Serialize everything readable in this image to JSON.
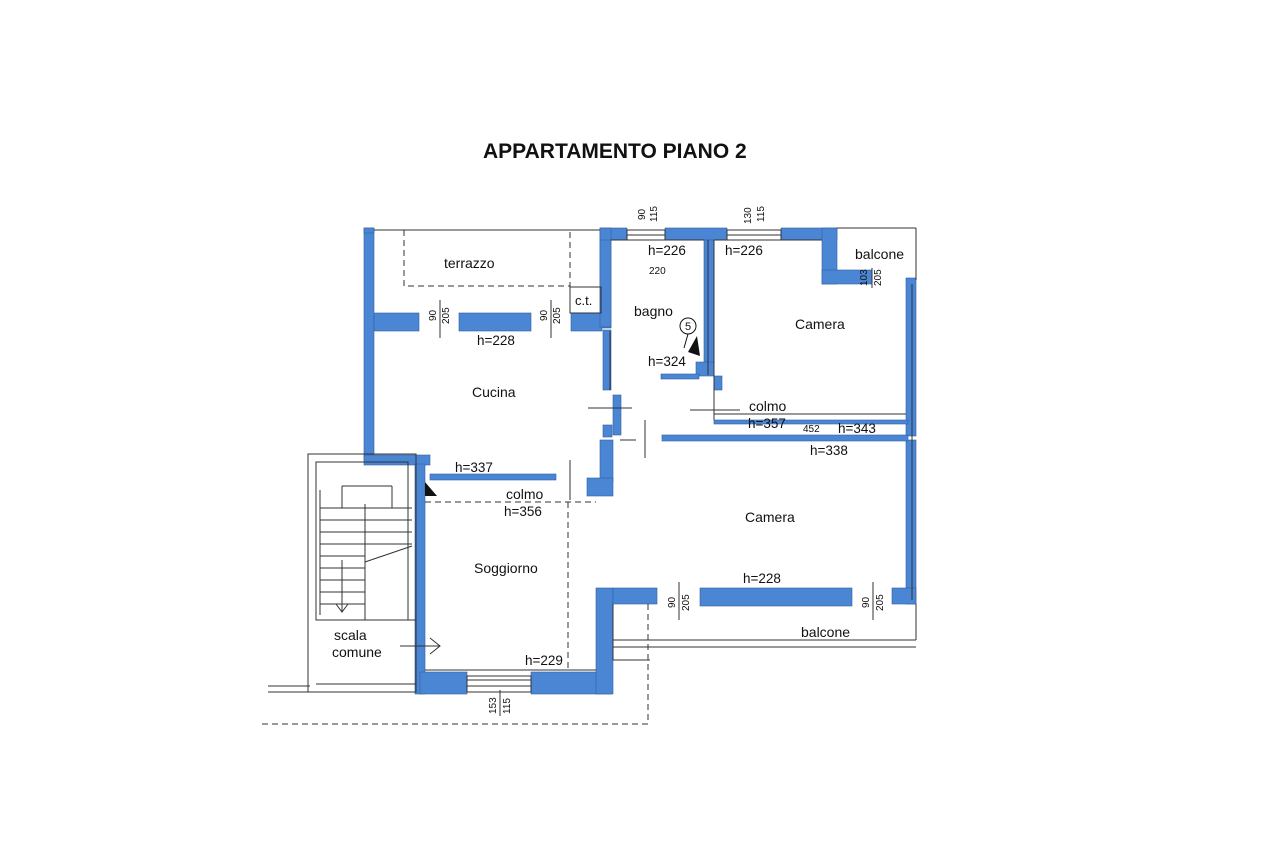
{
  "title": "APPARTAMENTO PIANO 2",
  "rooms": {
    "terrazzo": "terrazzo",
    "ct": "c.t.",
    "bagno": "bagno",
    "camera_top": "Camera",
    "balcone_top": "balcone",
    "cucina": "Cucina",
    "colmo_right": "colmo",
    "camera_bottom": "Camera",
    "colmo_left": "colmo",
    "soggiorno": "Soggiorno",
    "scala_line1": "scala",
    "scala_line2": "comune",
    "balcone_bottom": "balcone"
  },
  "heights": {
    "bagno_top": "h=226",
    "camera_top": "h=226",
    "cucina": "h=228",
    "bagno_bottom": "h=324",
    "colmo_right": "h=357",
    "camera_right": "h=343",
    "corridor": "h=338",
    "cucina_bottom": "h=337",
    "colmo_left": "h=356",
    "camera_bottom": "h=228",
    "soggiorno": "h=229"
  },
  "dimensions": {
    "bagno_win_a": "90",
    "bagno_win_b": "115",
    "bagno_220": "220",
    "camera_win_a": "130",
    "camera_win_b": "115",
    "balcone_door_a": "103",
    "balcone_door_b": "205",
    "cucina_door_a": "90",
    "cucina_door_b": "205",
    "cucina_door2_a": "90",
    "cucina_door2_b": "205",
    "colmo_452": "452",
    "camera_door_left_a": "90",
    "camera_door_left_b": "205",
    "camera_door_right_a": "90",
    "camera_door_right_b": "205",
    "soggiorno_win_a": "153",
    "soggiorno_win_b": "115"
  },
  "markers": {
    "circle_number": "5"
  },
  "colors": {
    "wall": "#4a86d4",
    "line": "#333333"
  }
}
